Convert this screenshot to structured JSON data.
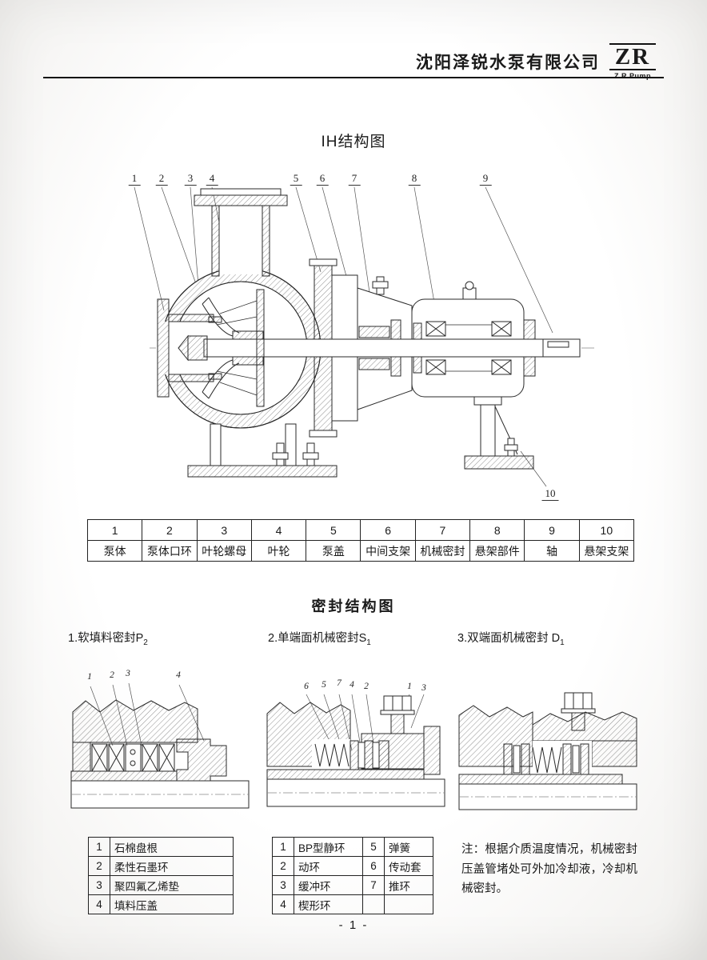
{
  "header": {
    "company": "沈阳泽锐水泵有限公司",
    "logo_text": "ZR",
    "logo_subtext": "Z.R.Pump"
  },
  "ih": {
    "title": "IH结构图",
    "callouts": [
      "1",
      "2",
      "3",
      "4",
      "5",
      "6",
      "7",
      "8",
      "9",
      "10"
    ],
    "table": {
      "numbers": [
        "1",
        "2",
        "3",
        "4",
        "5",
        "6",
        "7",
        "8",
        "9",
        "10"
      ],
      "names": [
        "泵体",
        "泵体口环",
        "叶轮螺母",
        "叶轮",
        "泵盖",
        "中间支架",
        "机械密封",
        "悬架部件",
        "轴",
        "悬架支架"
      ]
    }
  },
  "seal": {
    "title": "密封结构图",
    "labels": [
      {
        "text": "1.软填料密封P",
        "sub": "2"
      },
      {
        "text": "2.单端面机械密封S",
        "sub": "1"
      },
      {
        "text": "3.双端面机械密封 D",
        "sub": "1"
      }
    ],
    "diagram1_callouts": [
      "1",
      "2",
      "3",
      "4"
    ],
    "diagram2_callouts": [
      "6",
      "5",
      "7",
      "4",
      "2",
      "1",
      "3"
    ],
    "packing_table": [
      [
        "1",
        "石棉盘根"
      ],
      [
        "2",
        "柔性石墨环"
      ],
      [
        "3",
        "聚四氟乙烯垫"
      ],
      [
        "4",
        "填料压盖"
      ]
    ],
    "mech_table": [
      [
        "1",
        "BP型静环",
        "5",
        "弹簧"
      ],
      [
        "2",
        "动环",
        "6",
        "传动套"
      ],
      [
        "3",
        "缓冲环",
        "7",
        "推环"
      ],
      [
        "4",
        "楔形环",
        "",
        ""
      ]
    ],
    "note": "注：根据介质温度情况，机械密封压盖管堵处可外加冷却液，冷却机械密封。"
  },
  "footer": {
    "page_number": "- 1 -"
  }
}
